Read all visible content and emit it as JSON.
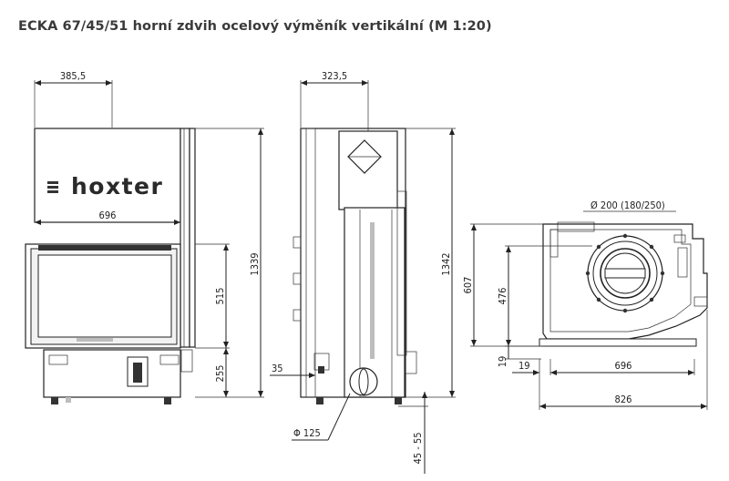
{
  "title": "ECKA 67/45/51 horní zdvih ocelový výměník vertikální (M 1:20)",
  "brand_logo": "hoxter",
  "front_view": {
    "dim_top_width": "385,5",
    "dim_mid_width": "696",
    "dim_total_height": "1339",
    "dim_window_height": "515",
    "dim_base_height": "255"
  },
  "side_view": {
    "dim_top_width": "323,5",
    "dim_total_height": "1342",
    "dim_inlet_offset": "35",
    "dim_inlet_diameter": "Φ 125",
    "dim_feet": "45 - 55"
  },
  "top_view": {
    "dim_flue_diameter": "Ø 200 (180/250)",
    "dim_depth_total": "607",
    "dim_depth_flue": "476",
    "dim_offset_19_v": "19",
    "dim_offset_19_h": "19",
    "dim_width_696": "696",
    "dim_width_826": "826"
  }
}
